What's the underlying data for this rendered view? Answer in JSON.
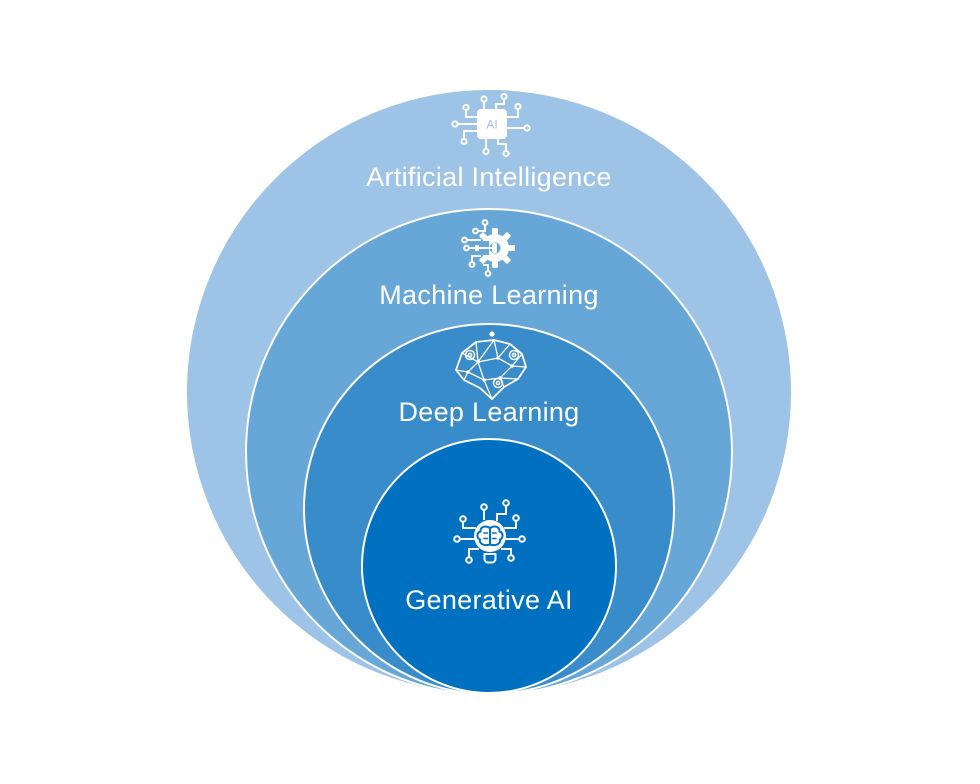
{
  "diagram": {
    "background_color": "#ffffff",
    "outline_color": "#ffffff",
    "label_color": "#ffffff",
    "rings": [
      {
        "label": "Artificial Intelligence",
        "color": "#9dc3e6",
        "icon": "ai-chip-icon"
      },
      {
        "label": "Machine Learning",
        "color": "#67a7d8",
        "icon": "gear-circuit-icon"
      },
      {
        "label": "Deep Learning",
        "color": "#398cca",
        "icon": "network-brain-icon"
      },
      {
        "label": "Generative AI",
        "color": "#0070c0",
        "icon": "bulb-brain-circuit-icon"
      }
    ]
  }
}
